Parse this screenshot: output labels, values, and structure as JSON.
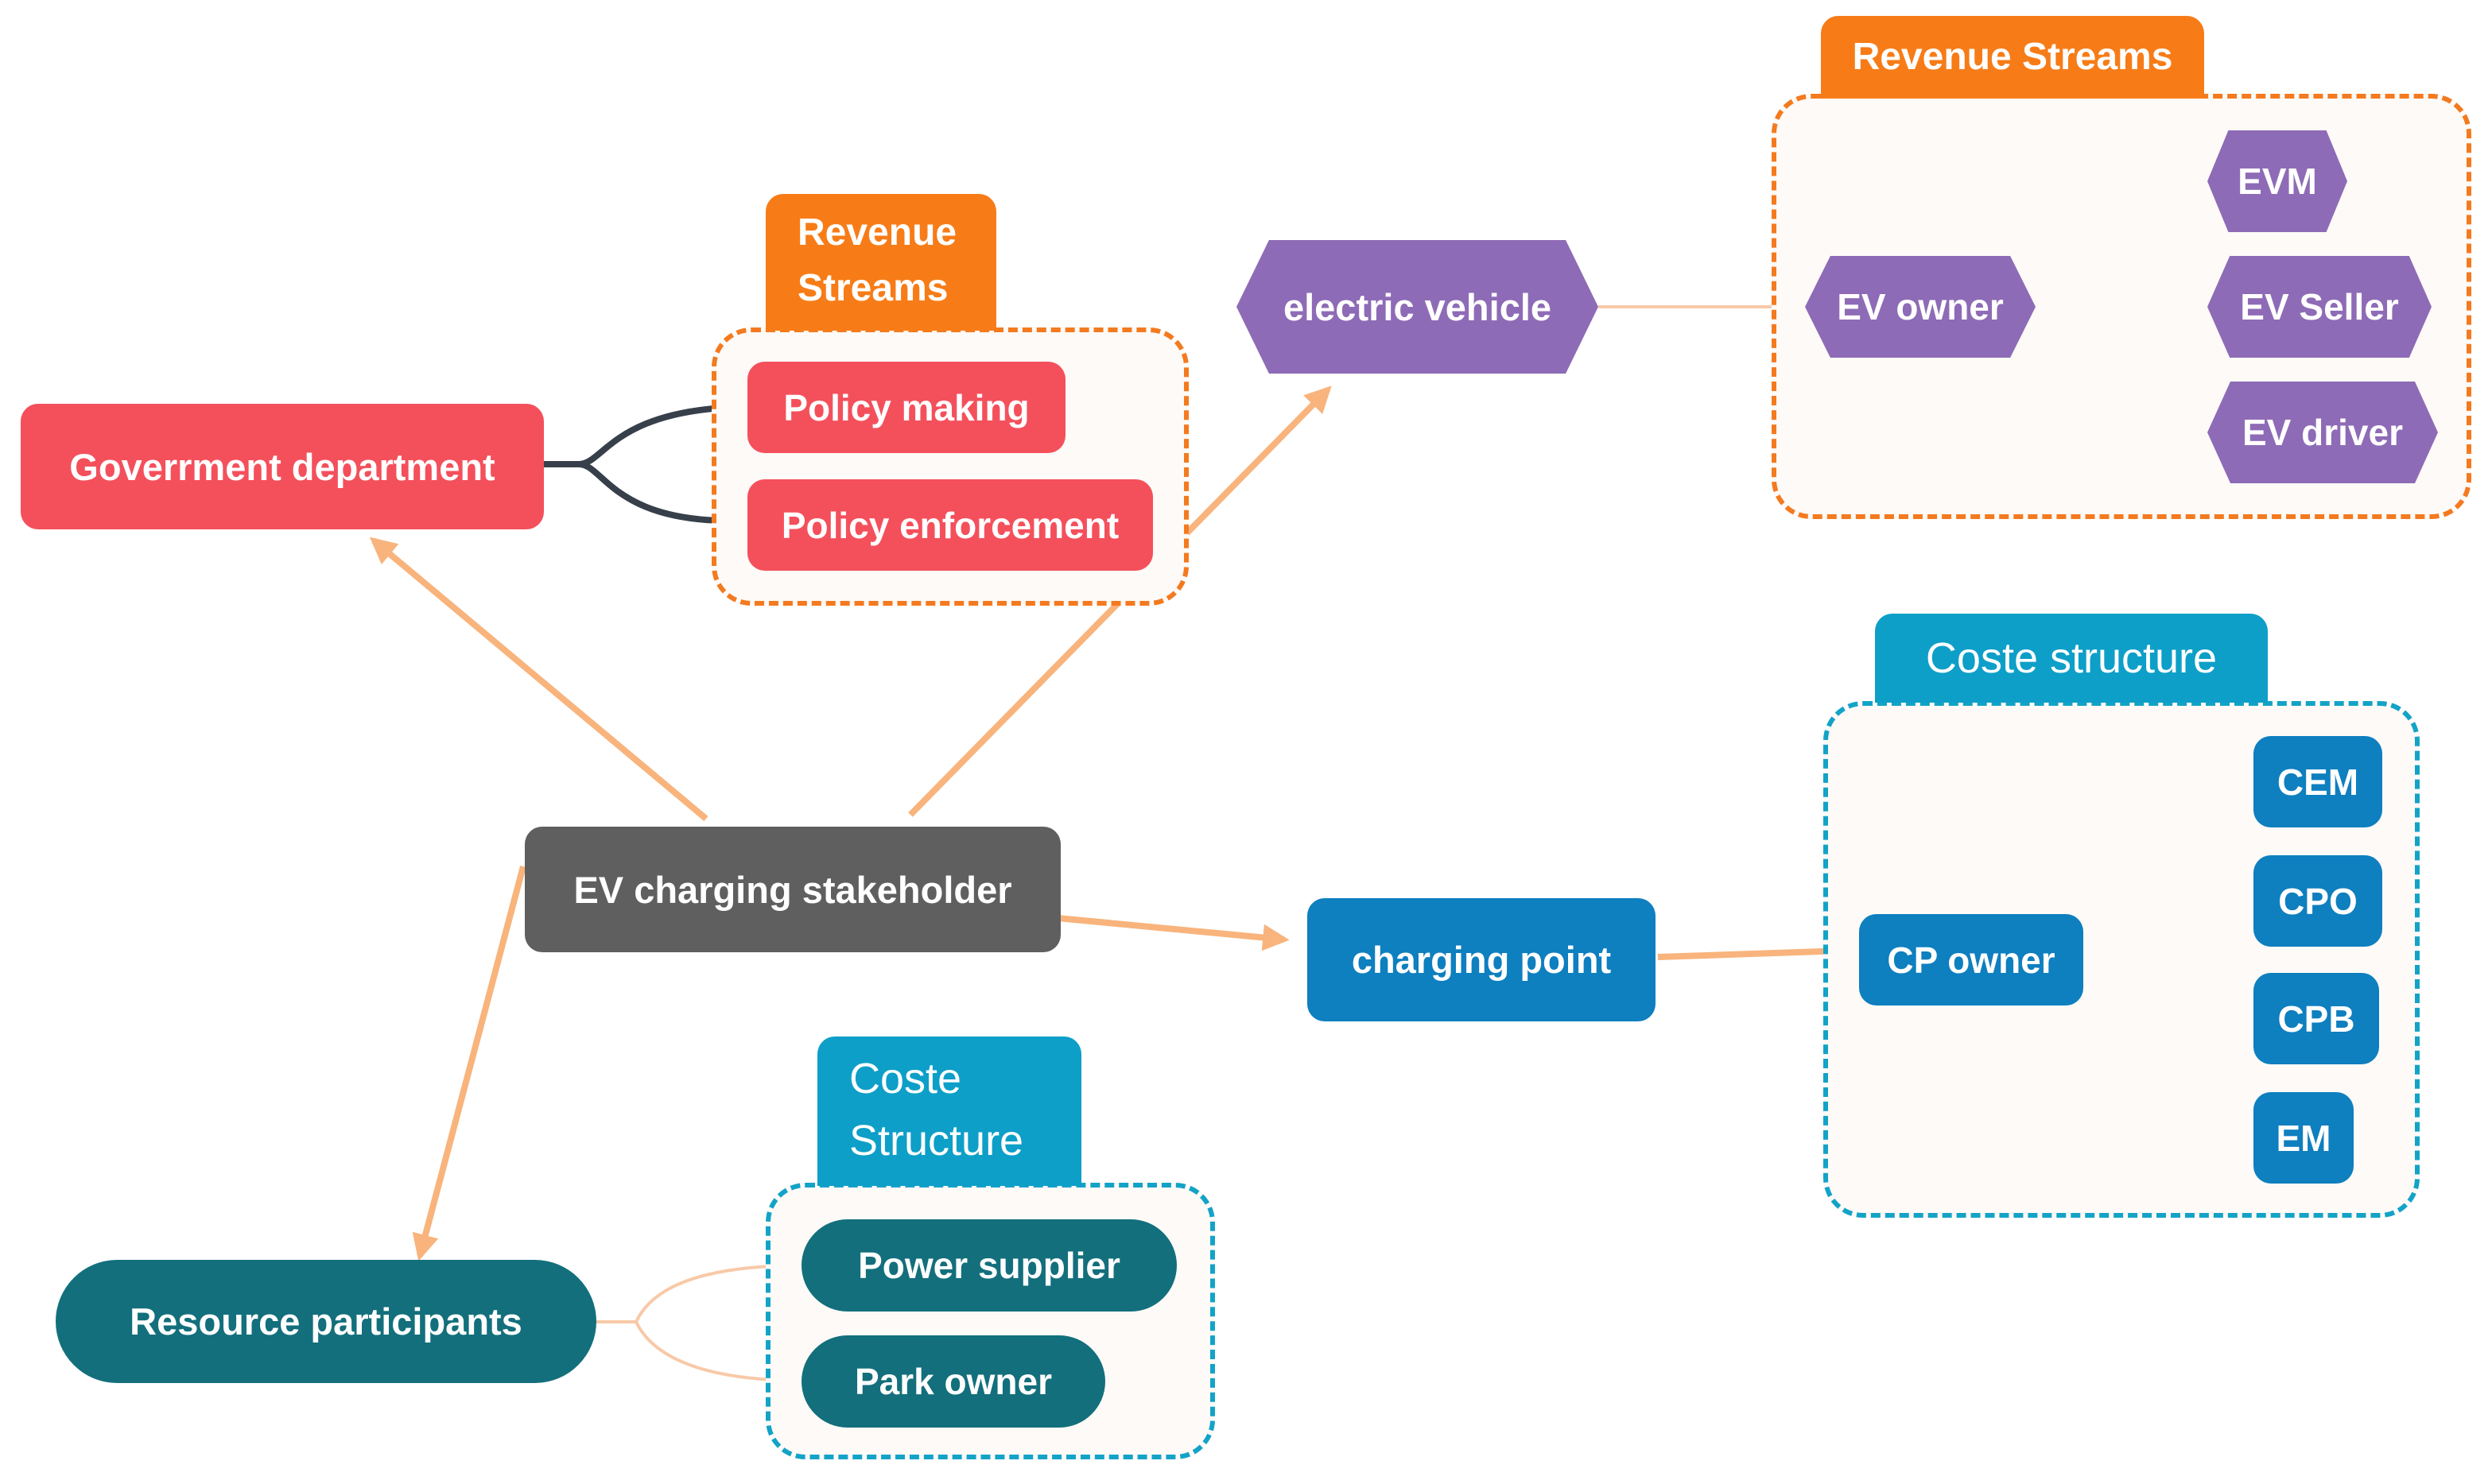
{
  "colors": {
    "red": "#f4505c",
    "gray": "#5f5f5f",
    "purple": "#8e6bb6",
    "blue": "#0e7fbf",
    "teal": "#136f7c",
    "orange_tab": "#f77c17",
    "blue_tab": "#0d9fc8",
    "arrow": "#f8b47c"
  },
  "nodes": {
    "government": "Goverrment department",
    "policy_making": "Policy making",
    "policy_enforcement": "Policy enforcement",
    "electric_vehicle": "electric vehicle",
    "ev_owner": "EV owner",
    "evm": "EVM",
    "ev_seller": "EV Seller",
    "ev_driver": "EV driver",
    "ev_charging_stakeholder": "EV charging stakeholder",
    "charging_point": "charging point",
    "cp_owner": "CP owner",
    "cem": "CEM",
    "cpo": "CPO",
    "cpb": "CPB",
    "em": "EM",
    "resource_participants": "Resource participants",
    "power_supplier": "Power supplier",
    "park_owner": "Park owner"
  },
  "tabs": {
    "revenue_left_line1": "Revenue",
    "revenue_left_line2": "Streams",
    "revenue_right": "Revenue Streams",
    "coste_right": "Coste structure",
    "coste_bottom_line1": "Coste",
    "coste_bottom_line2": "Structure"
  }
}
